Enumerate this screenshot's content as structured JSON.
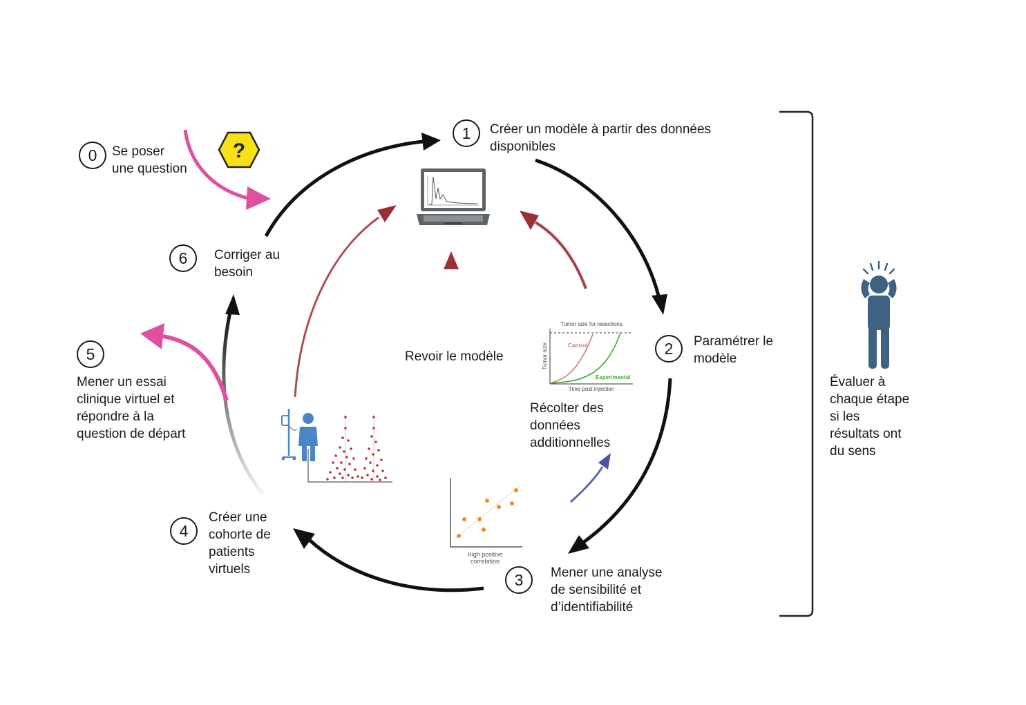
{
  "steps": [
    {
      "number": "0",
      "text": [
        "Se poser",
        "une question"
      ]
    },
    {
      "number": "1",
      "text": [
        "Créer un modèle à partir des données",
        "disponibles"
      ]
    },
    {
      "number": "2",
      "text": [
        "Paramétrer le",
        "modèle"
      ]
    },
    {
      "number": "3",
      "text": [
        "Mener une analyse",
        "de sensibilité et",
        "d’identifiabilité"
      ]
    },
    {
      "number": "4",
      "text": [
        "Créer une",
        "cohorte de",
        "patients",
        "virtuels"
      ]
    },
    {
      "number": "5",
      "text": [
        "Mener un essai",
        "clinique virtuel et",
        "répondre à la",
        "question de départ"
      ]
    },
    {
      "number": "6",
      "text": [
        "Corriger au",
        "besoin"
      ]
    }
  ],
  "center": {
    "revise_label": "Revoir le modèle",
    "collect_label": [
      "Récolter des",
      "données",
      "additionnelles"
    ]
  },
  "side": {
    "evaluate_label": [
      "Évaluer à",
      "chaque étape",
      "si les",
      "résultats ont",
      "du sens"
    ]
  },
  "question_symbol": "?",
  "mini_chart_tumor": {
    "title": "Tumor size for resections",
    "xlabel": "Time post injection",
    "ylabel": "Tumor size",
    "series_labels": [
      "Control",
      "Experimental"
    ]
  },
  "mini_chart_correlation": {
    "caption": [
      "High positive",
      "correlation"
    ]
  },
  "colors": {
    "arrow_black": "#111111",
    "arrow_pink": "#e0509e",
    "arrow_red": "#9a3036",
    "arrow_blue": "#4c55a0",
    "hexagon": "#f7e017",
    "figure": "#3f6283",
    "patient": "#4a86c5",
    "control_curve": "#c08070",
    "experimental_curve": "#3cab2e",
    "scatter_dot": "#f08a24",
    "cloud_dot": "#b03232"
  }
}
